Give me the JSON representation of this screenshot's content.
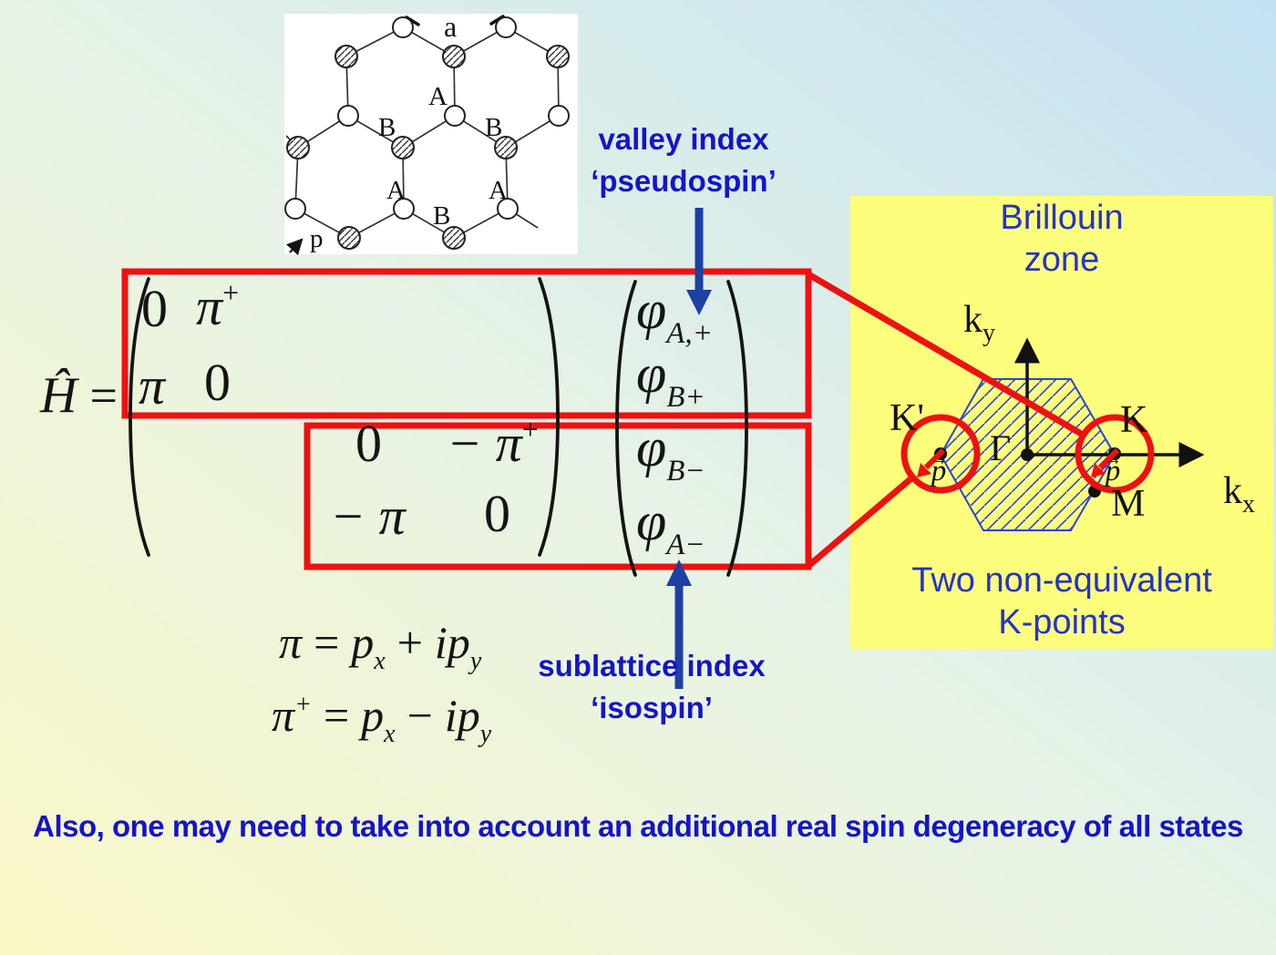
{
  "lattice": {
    "a": "a",
    "A": "A",
    "B": "B",
    "p": "p"
  },
  "hamiltonian": {
    "operator": "Ĥ",
    "equals": "=",
    "m11": "0",
    "m12_base": "π",
    "m12_sup": "+",
    "m21": "π",
    "m22": "0",
    "m33": "0",
    "m34_base": "− π",
    "m34_sup": "+",
    "m43": "− π",
    "m44": "0",
    "v1_base": "φ",
    "v1_sub": "A,+",
    "v2_base": "φ",
    "v2_sub": "B+",
    "v3_base": "φ",
    "v3_sub": "B−",
    "v4_base": "φ",
    "v4_sub": "A−"
  },
  "equations": {
    "pi_lhs": "π",
    "pi_eq": "=",
    "pi_t1": "p",
    "pi_t1_sub": "x",
    "pi_op": "+",
    "pi_t2": "ip",
    "pi_t2_sub": "y",
    "pid_lhs": "π",
    "pid_sup": "+",
    "pid_eq": "=",
    "pid_t1": "p",
    "pid_t1_sub": "x",
    "pid_op": "−",
    "pid_t2": "ip",
    "pid_t2_sub": "y"
  },
  "annotations": {
    "valley_line1": "valley index",
    "valley_line2": "‘pseudospin’",
    "sublattice_line1": "sublattice index",
    "sublattice_line2": "‘isospin’"
  },
  "brillouin": {
    "title1": "Brillouin",
    "title2": "zone",
    "k_prime": "K'",
    "k": "K",
    "gamma": "Γ",
    "m": "M",
    "kx": "k",
    "kx_sub": "x",
    "ky": "k",
    "ky_sub": "y",
    "p1": "p",
    "p1_arrow": "→",
    "p2": "p",
    "p2_arrow": "→",
    "caption1": "Two non-equivalent",
    "caption2": "K-points"
  },
  "footer": "Also, one may need to take into account an additional real spin degeneracy of all states",
  "colors": {
    "highlight_red": "#ee1111",
    "slide_text_blue": "#1414cc",
    "bz_text_blue": "#2433c8",
    "arrow_blue": "#1e3fa3",
    "bz_yellow": "#fefe7d",
    "hexagon_blue": "#2b43d8"
  }
}
